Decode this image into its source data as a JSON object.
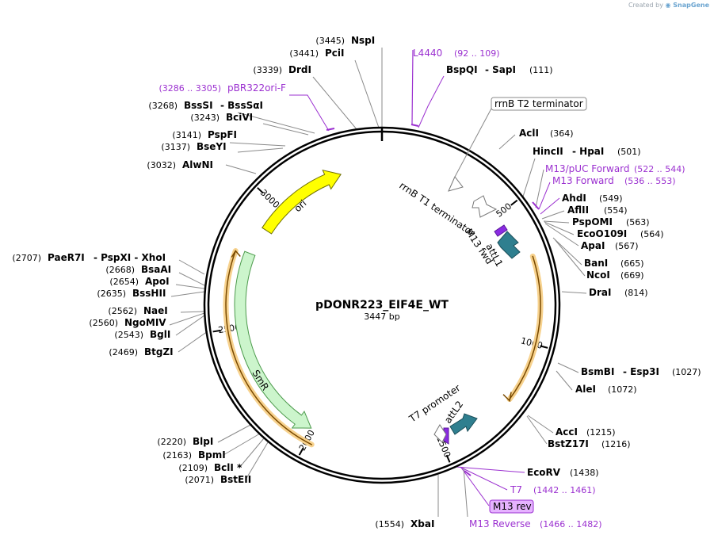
{
  "credit": {
    "prefix": "Created by",
    "brand": "SnapGene"
  },
  "plasmid": {
    "name": "pDONR223_EIF4E_WT",
    "length": "3447 bp",
    "bp": 3447
  },
  "colors": {
    "ori": "#ffff00",
    "smr": "#ccf5cc",
    "att": "#2f7f8f",
    "orange": "#f2a83a",
    "purple": "#9b30d0",
    "promoter": "#ffffff"
  },
  "ticks": [
    {
      "label": "500",
      "pos": 500
    },
    {
      "label": "1000",
      "pos": 1000
    },
    {
      "label": "1500",
      "pos": 1500
    },
    {
      "label": "2000",
      "pos": 2000
    },
    {
      "label": "2500",
      "pos": 2500
    },
    {
      "label": "3000",
      "pos": 3000
    }
  ],
  "features": [
    {
      "label": "ori",
      "type": "arrow",
      "start": 2900,
      "end": 3280,
      "dir": 1,
      "ring": "inner",
      "color": "ori"
    },
    {
      "label": "SmR",
      "type": "arrow",
      "start": 2010,
      "end": 2790,
      "dir": -1,
      "ring": "inner2",
      "color": "smr"
    },
    {
      "label": "rrnB T1 terminator",
      "type": "box"
    },
    {
      "label": "M13 fwd",
      "type": "box"
    },
    {
      "label": "attL1",
      "type": "box"
    },
    {
      "label": "attL2",
      "type": "box"
    },
    {
      "label": "T7 promoter",
      "type": "box"
    },
    {
      "label": "rrnB T2 terminator",
      "type": "callout"
    }
  ],
  "sites": [
    {
      "name": "NspI",
      "pos": "(3445)"
    },
    {
      "name": "PciI",
      "pos": "(3441)"
    },
    {
      "name": "DrdI",
      "pos": "(3339)"
    },
    {
      "name": "BssSI",
      "extra": "- BssSαI",
      "pos": "(3268)"
    },
    {
      "name": "BciVI",
      "pos": "(3243)"
    },
    {
      "name": "PspFI",
      "pos": "(3141)"
    },
    {
      "name": "BseYI",
      "pos": "(3137)"
    },
    {
      "name": "AlwNI",
      "pos": "(3032)"
    },
    {
      "name": "PaeR7I",
      "extra": "- PspXI - XhoI",
      "pos": "(2707)"
    },
    {
      "name": "BsaAI",
      "pos": "(2668)"
    },
    {
      "name": "ApoI",
      "pos": "(2654)"
    },
    {
      "name": "BssHII",
      "pos": "(2635)"
    },
    {
      "name": "NaeI",
      "pos": "(2562)"
    },
    {
      "name": "NgoMIV",
      "pos": "(2560)"
    },
    {
      "name": "BglI",
      "pos": "(2543)"
    },
    {
      "name": "BtgZI",
      "pos": "(2469)"
    },
    {
      "name": "BlpI",
      "pos": "(2220)"
    },
    {
      "name": "BpmI",
      "pos": "(2163)"
    },
    {
      "name": "BclI *",
      "pos": "(2109)"
    },
    {
      "name": "BstEII",
      "pos": "(2071)"
    },
    {
      "name": "XbaI",
      "pos": "(1554)"
    },
    {
      "name": "BspQI",
      "extra": "- SapI",
      "pos": "(111)"
    },
    {
      "name": "AclI",
      "pos": "(364)"
    },
    {
      "name": "HincII",
      "extra": "- HpaI",
      "pos": "(501)"
    },
    {
      "name": "AhdI",
      "pos": "(549)"
    },
    {
      "name": "AflII",
      "pos": "(554)"
    },
    {
      "name": "PspOMI",
      "pos": "(563)"
    },
    {
      "name": "EcoO109I",
      "pos": "(564)"
    },
    {
      "name": "ApaI",
      "pos": "(567)"
    },
    {
      "name": "BanI",
      "pos": "(665)"
    },
    {
      "name": "NcoI",
      "pos": "(669)"
    },
    {
      "name": "DraI",
      "pos": "(814)"
    },
    {
      "name": "BsmBI",
      "extra": "- Esp3I",
      "pos": "(1027)"
    },
    {
      "name": "AleI",
      "pos": "(1072)"
    },
    {
      "name": "AccI",
      "pos": "(1215)"
    },
    {
      "name": "BstZ17I",
      "pos": "(1216)"
    },
    {
      "name": "EcoRV",
      "pos": "(1438)"
    }
  ],
  "primers": [
    {
      "name": "L4440",
      "range": "(92 .. 109)"
    },
    {
      "name": "pBR322ori-F",
      "range": "(3286 .. 3305)"
    },
    {
      "name": "M13/pUC Forward",
      "range": "(522 .. 544)"
    },
    {
      "name": "M13 Forward",
      "range": "(536 .. 553)"
    },
    {
      "name": "T7",
      "range": "(1442 .. 1461)"
    },
    {
      "name": "M13 rev",
      "range": ""
    },
    {
      "name": "M13 Reverse",
      "range": "(1466 .. 1482)"
    }
  ]
}
